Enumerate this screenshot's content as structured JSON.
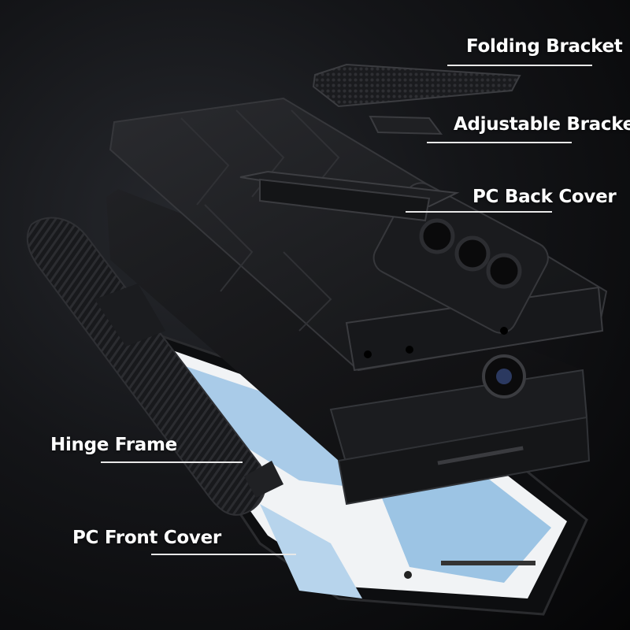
{
  "labels": {
    "folding_bracket": "Folding Bracket",
    "adjustable_bracket": "Adjustable Bracket",
    "pc_back_cover": "PC Back Cover",
    "hinge_frame": "Hinge Frame",
    "pc_front_cover": "PC Front Cover"
  },
  "colors": {
    "background": "#0b0c0e",
    "case_black": "#1c1d20",
    "screen_blue": "#9cc4e4",
    "label_text": "#ffffff"
  }
}
